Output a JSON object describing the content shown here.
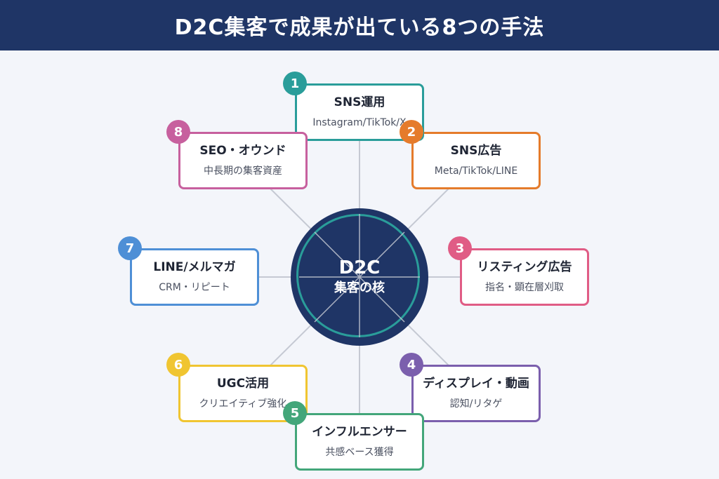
{
  "title": "D2C集客で成果が出ている8つの手法",
  "hub": {
    "title": "D2C",
    "subtitle": "集客の核"
  },
  "colors": {
    "header": "#1f3566",
    "hub": "#1f3566",
    "hub_ring": "#2a9d9a",
    "lines": "#c5c9d3"
  },
  "methods": [
    {
      "number": "1",
      "title": "SNS運用",
      "subtitle": "Instagram/TikTok/X",
      "color": "#2a9d9a"
    },
    {
      "number": "2",
      "title": "SNS広告",
      "subtitle": "Meta/TikTok/LINE",
      "color": "#e57b2b"
    },
    {
      "number": "3",
      "title": "リスティング広告",
      "subtitle": "指名・顕在層刈取",
      "color": "#e05c85"
    },
    {
      "number": "4",
      "title": "ディスプレイ・動画",
      "subtitle": "認知/リタゲ",
      "color": "#7b5fad"
    },
    {
      "number": "5",
      "title": "インフルエンサー",
      "subtitle": "共感ベース獲得",
      "color": "#43a67a"
    },
    {
      "number": "6",
      "title": "UGC活用",
      "subtitle": "クリエイティブ強化",
      "color": "#f0c531"
    },
    {
      "number": "7",
      "title": "LINE/メルマガ",
      "subtitle": "CRM・リピート",
      "color": "#4e8fd6"
    },
    {
      "number": "8",
      "title": "SEO・オウンド",
      "subtitle": "中長期の集客資産",
      "color": "#c7609e"
    }
  ]
}
